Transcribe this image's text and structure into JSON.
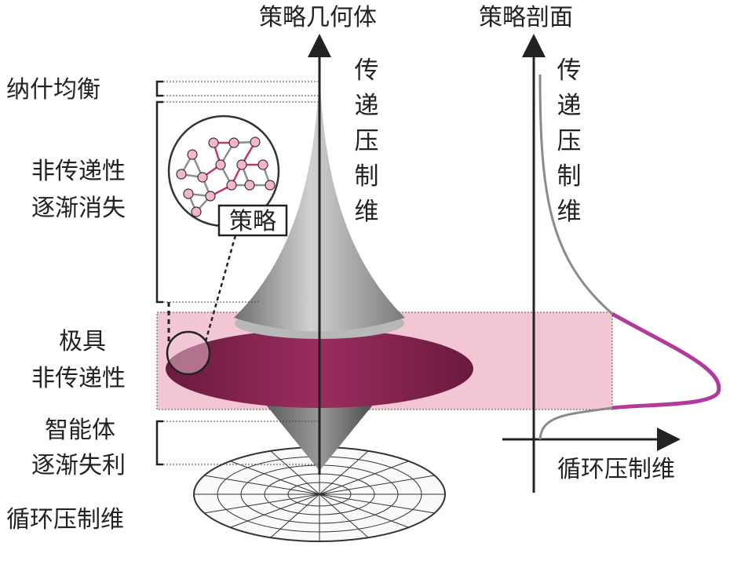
{
  "geometry": {
    "title": "策略几何体",
    "vertical_axis_chars": [
      "传",
      "递",
      "压",
      "制",
      "维"
    ],
    "bottom_axis_label": "循环压制维",
    "inset_label": "策略"
  },
  "profile": {
    "title": "策略剖面",
    "vertical_axis_chars": [
      "传",
      "递",
      "压",
      "制",
      "维"
    ],
    "horizontal_axis_label": "循环压制维"
  },
  "levels": {
    "nash": "纳什均衡",
    "fading_line1": "非传递性",
    "fading_line2": "逐渐消失",
    "extreme_line1": "极具",
    "extreme_line2": "非传递性",
    "losing_line1": "智能体",
    "losing_line2": "逐渐失利"
  },
  "colors": {
    "highlight_band": "#f2c6d3",
    "disk": "#8a2452",
    "spike": "#9c9c9c",
    "profile_highlight": "#b3399a",
    "node": "#f4b6c8"
  }
}
